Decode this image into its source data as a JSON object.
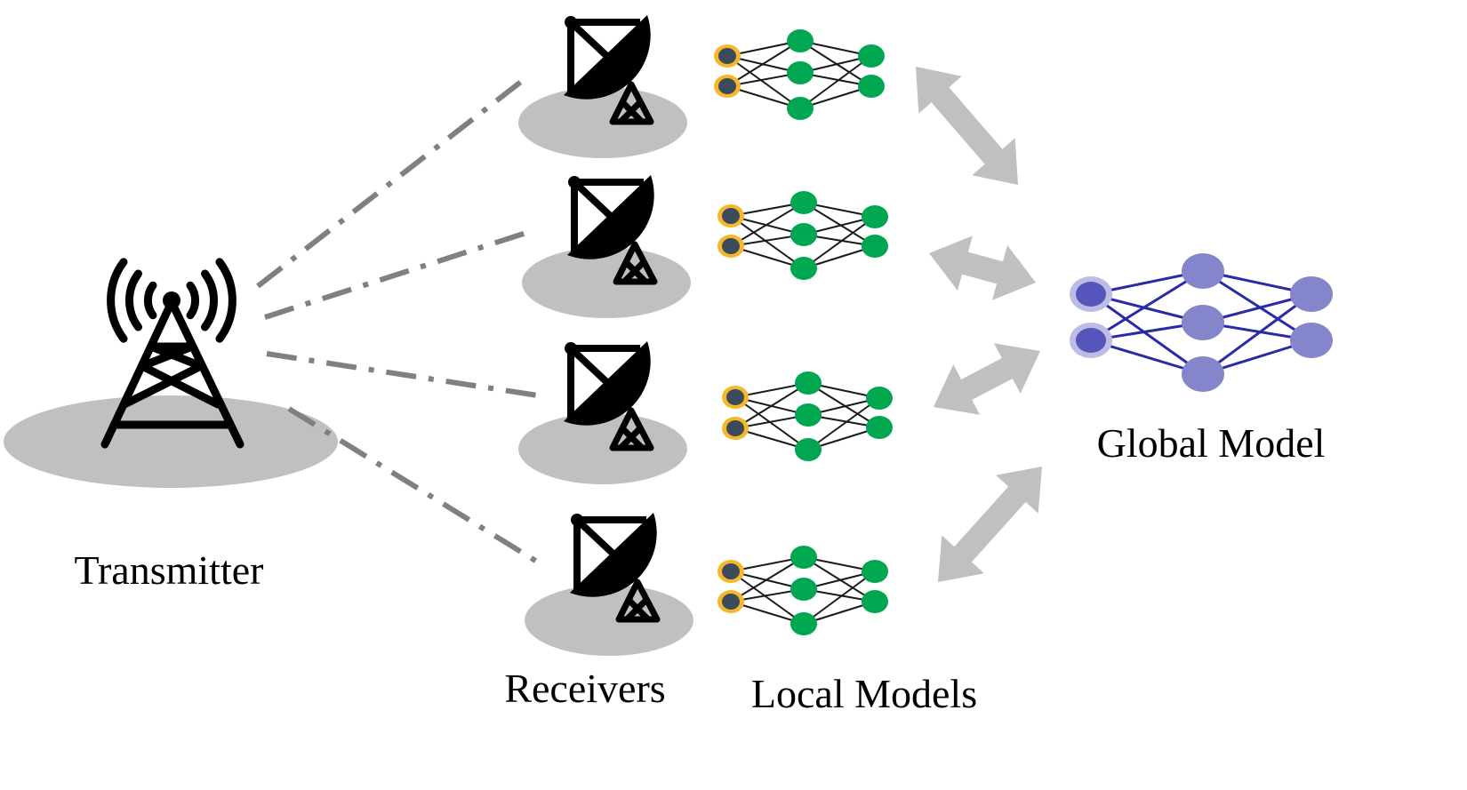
{
  "labels": {
    "transmitter": "Transmitter",
    "receivers": "Receivers",
    "local_models": "Local Models",
    "global_model": "Global Model"
  },
  "colors": {
    "ground": "#c0c0c0",
    "link_line": "#808080",
    "arrow": "#c0c0c0",
    "local_input_node": "#3d4a5c",
    "local_input_ring": "#f5b82a",
    "local_hidden_node": "#00a650",
    "global_input_node": "#5555bb",
    "global_input_ring": "#bcbce6",
    "global_node": "#8585cc",
    "global_edge": "#2a2aa8",
    "icon": "#000000"
  },
  "receiver_count": 4,
  "local_network_layers": [
    2,
    3,
    2
  ],
  "global_network_layers": [
    2,
    3,
    2
  ]
}
